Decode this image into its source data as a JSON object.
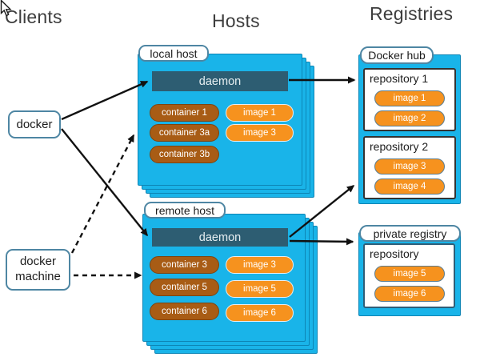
{
  "headers": {
    "clients": "Clients",
    "hosts": "Hosts",
    "registries": "Registries"
  },
  "clients": {
    "docker_label": "docker",
    "docker_machine_label": "docker\nmachine"
  },
  "hosts": {
    "local": {
      "label": "local host",
      "daemon": "daemon",
      "containers": [
        "container 1",
        "container 3a",
        "container 3b"
      ],
      "images": [
        "image 1",
        "image 3"
      ]
    },
    "remote": {
      "label": "remote host",
      "daemon": "daemon",
      "containers": [
        "container 3",
        "container 5",
        "container 6"
      ],
      "images": [
        "image 3",
        "image 5",
        "image 6"
      ]
    }
  },
  "registries": {
    "docker_hub": {
      "label": "Docker hub",
      "repos": [
        {
          "name": "repository 1",
          "images": [
            "image 1",
            "image 2"
          ]
        },
        {
          "name": "repository 2",
          "images": [
            "image 3",
            "image 4"
          ]
        }
      ]
    },
    "private_registry": {
      "label": "private registry",
      "repos": [
        {
          "name": "repository",
          "images": [
            "image 5",
            "image 6"
          ]
        }
      ]
    }
  },
  "colors": {
    "host_fill": "#19b4e9",
    "host_border": "#0d85b5",
    "daemon_fill": "#2d5d72",
    "container_fill": "#a85c15",
    "container_border": "#7c440f",
    "image_fill": "#f6921e",
    "label_border": "#4e86a3",
    "arrow": "#111111",
    "header_text": "#3d3d3d"
  }
}
